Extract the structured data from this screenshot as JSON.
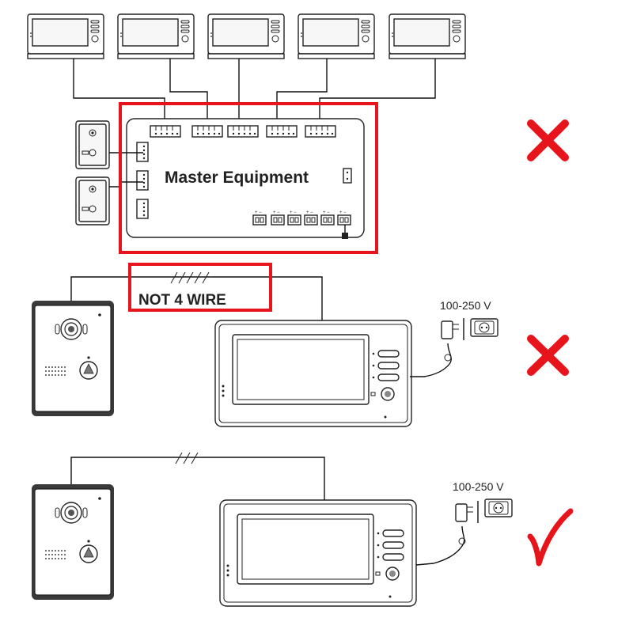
{
  "master": {
    "label": "Master Equipment"
  },
  "warning": {
    "label": "NOT 4 WIRE"
  },
  "power": {
    "voltage_middle": "100-250 V",
    "voltage_bottom": "100-250 V"
  },
  "colors": {
    "wrong": "#e8141c",
    "box": "#e8141c",
    "right": "#e8141c",
    "line": "#111111"
  },
  "icons": {
    "wrong_mark": "cross-icon",
    "right_mark": "check-icon",
    "plug": "power-adapter-icon",
    "socket": "wall-socket-icon"
  }
}
